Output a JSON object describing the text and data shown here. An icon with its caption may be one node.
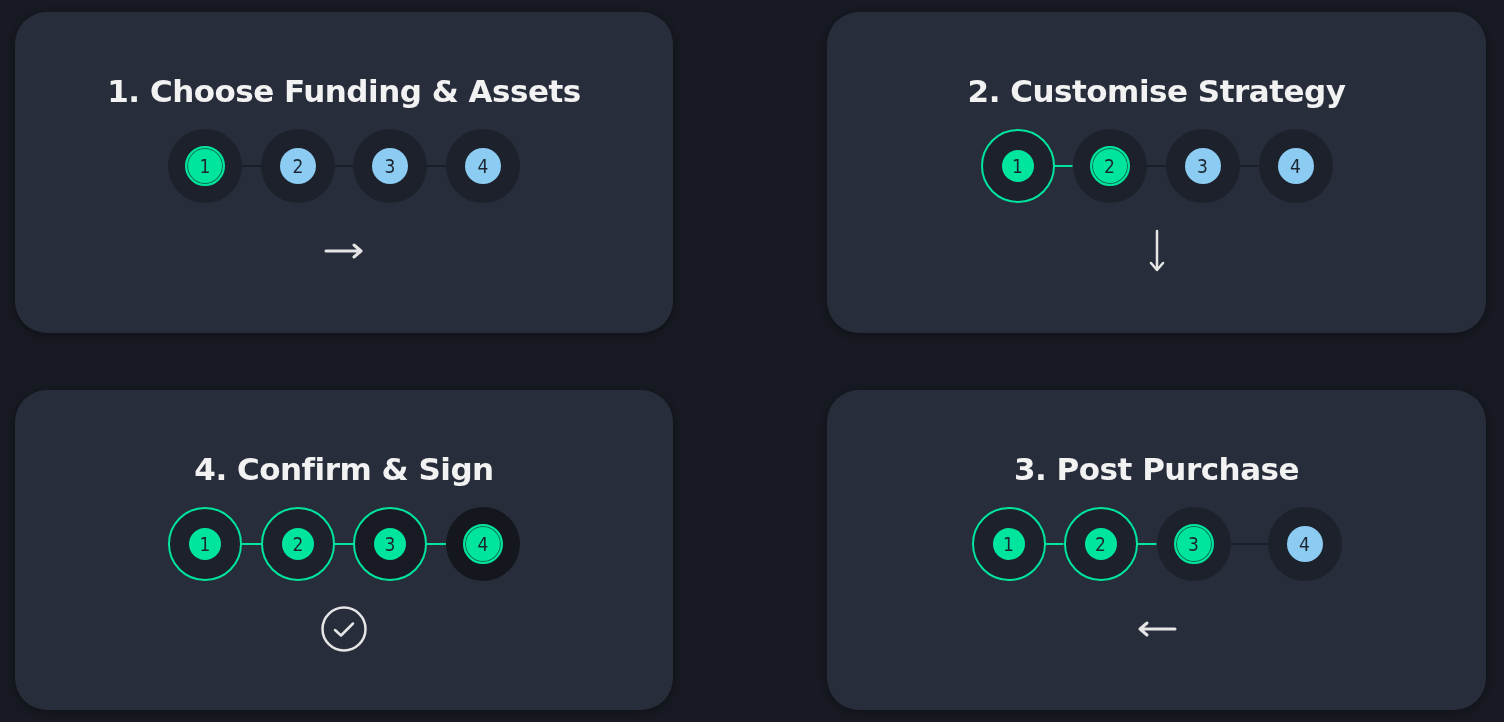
{
  "diagram": {
    "nodes": [
      {
        "text": [
          "1. Choose Funding & Assets"
        ]
      },
      {
        "text": [
          "1"
        ],
        "in": 0
      },
      {
        "text": [
          "2"
        ],
        "in": 0
      },
      {
        "text": [
          "3"
        ],
        "in": 0
      },
      {
        "text": [
          "4"
        ],
        "in": 0
      },
      {
        "text": [
          "2. Customise Strategy"
        ]
      },
      {
        "text": [
          "1"
        ],
        "in": 5
      },
      {
        "text": [
          "2"
        ],
        "in": 5
      },
      {
        "text": [
          "3"
        ],
        "in": 5
      },
      {
        "text": [
          "4"
        ],
        "in": 5
      },
      {
        "text": [
          "4. Confirm & Sign"
        ]
      },
      {
        "text": [
          "1"
        ],
        "in": 10
      },
      {
        "text": [
          "2"
        ],
        "in": 10
      },
      {
        "text": [
          "3"
        ],
        "in": 10
      },
      {
        "text": [
          "4"
        ],
        "in": 10
      },
      {
        "text": [
          "3. Post Purchase"
        ]
      },
      {
        "text": [
          "1"
        ],
        "in": 15
      },
      {
        "text": [
          "2"
        ],
        "in": 15
      },
      {
        "text": [
          "3"
        ],
        "in": 15
      },
      {
        "text": [
          "4"
        ],
        "in": 15
      }
    ],
    "edges": [
      {
        "from": 1,
        "to": 2,
        "arrow": "none"
      },
      {
        "from": 2,
        "to": 3,
        "arrow": "none"
      },
      {
        "from": 3,
        "to": 4,
        "arrow": "none"
      },
      {
        "from": 6,
        "to": 7,
        "arrow": "none",
        "color": "#00e59e"
      },
      {
        "from": 7,
        "to": 8,
        "arrow": "none"
      },
      {
        "from": 8,
        "to": 9,
        "arrow": "none"
      },
      {
        "from": 11,
        "to": 12,
        "arrow": "none",
        "color": "#00e59e"
      },
      {
        "from": 12,
        "to": 13,
        "arrow": "none",
        "color": "#00e59e"
      },
      {
        "from": 13,
        "to": 14,
        "arrow": "none",
        "color": "#00e59e"
      },
      {
        "from": 16,
        "to": 17,
        "arrow": "none",
        "color": "#00e59e"
      },
      {
        "from": 17,
        "to": 18,
        "arrow": "none",
        "color": "#00e59e"
      },
      {
        "from": 18,
        "to": 19,
        "arrow": "none"
      }
    ]
  }
}
